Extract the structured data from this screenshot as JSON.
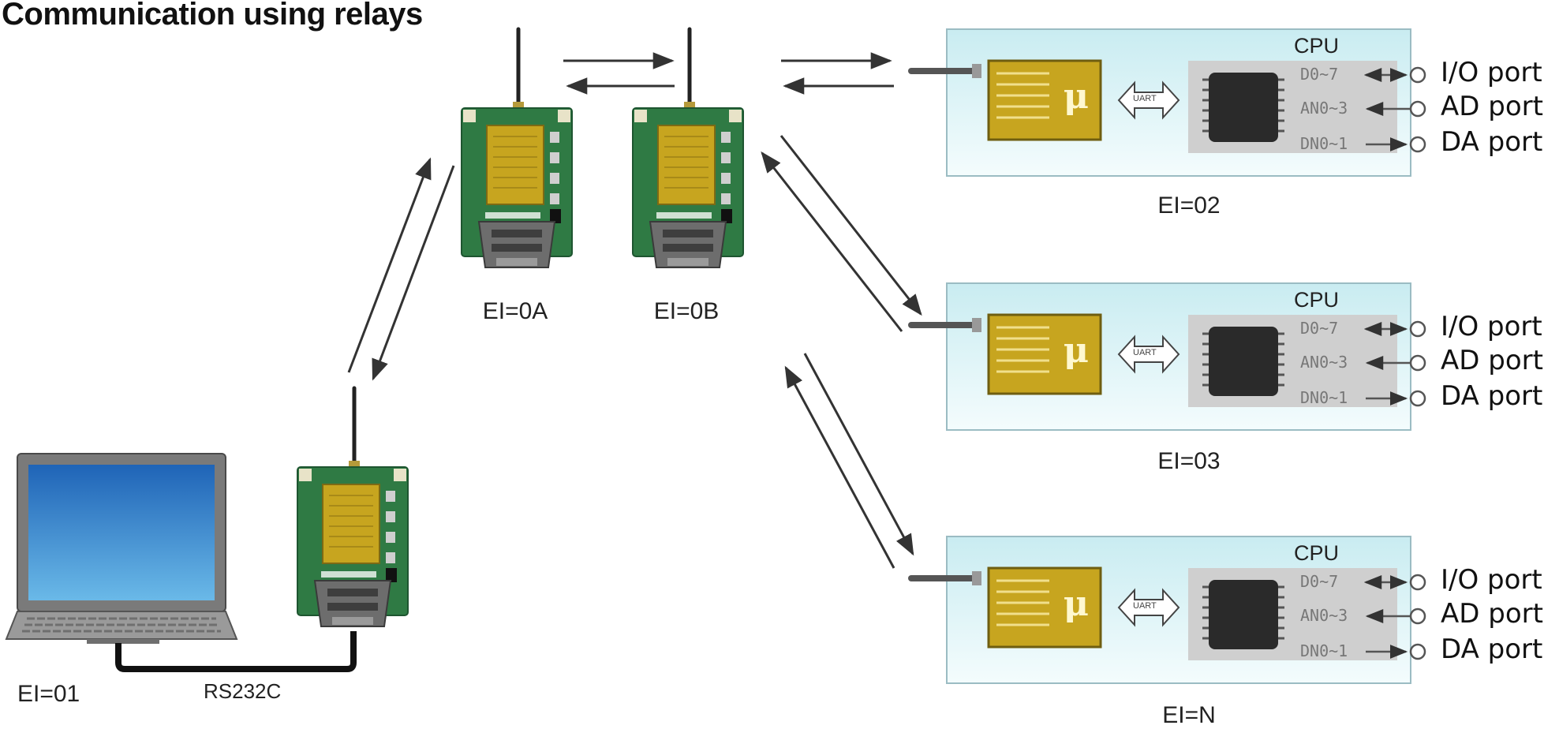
{
  "title": "Communication using relays",
  "nodes": {
    "pc": "EI=01",
    "pc_module": "",
    "relay_a": "EI=0A",
    "relay_b": "EI=0B"
  },
  "cable_label": "RS232C",
  "endpoints": [
    {
      "label": "EI=02",
      "cpu": "CPU",
      "pins": [
        "D0~7",
        "AN0~3",
        "DN0~1"
      ],
      "ports": [
        "I/O port",
        "AD port",
        "DA port"
      ],
      "uart": "UART"
    },
    {
      "label": "EI=03",
      "cpu": "CPU",
      "pins": [
        "D0~7",
        "AN0~3",
        "DN0~1"
      ],
      "ports": [
        "I/O port",
        "AD port",
        "DA port"
      ],
      "uart": "UART"
    },
    {
      "label": "EI=N",
      "cpu": "CPU",
      "pins": [
        "D0~7",
        "AN0~3",
        "DN0~1"
      ],
      "ports": [
        "I/O port",
        "AD port",
        "DA port"
      ],
      "uart": "UART"
    }
  ],
  "colors": {
    "board_green": "#2f7a44",
    "module_gold": "#c7a51f",
    "panel_cyan": "#c9ecf1",
    "chip_black": "#2a2a2a",
    "arrow": "#333333"
  }
}
